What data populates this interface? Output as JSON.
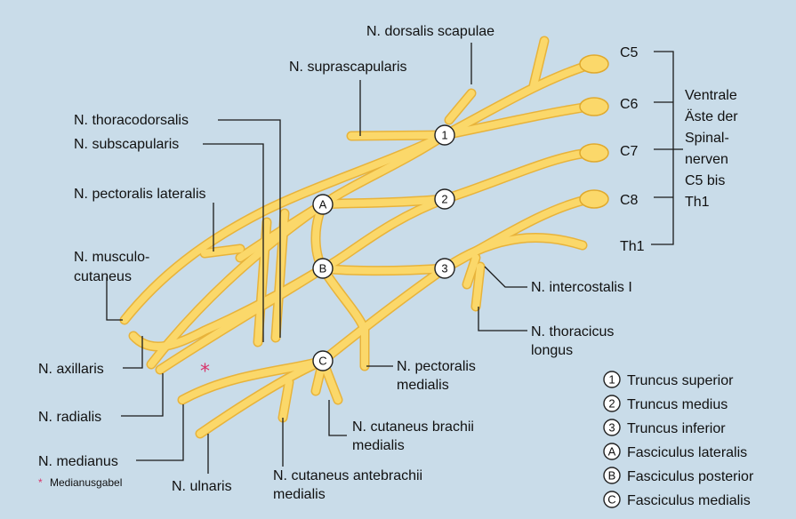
{
  "roots": [
    {
      "label": "C5"
    },
    {
      "label": "C6"
    },
    {
      "label": "C7"
    },
    {
      "label": "C8"
    },
    {
      "label": "Th1"
    }
  ],
  "bracket_text": [
    "Ventrale",
    "Äste der",
    "Spinal-",
    "nerven",
    "C5 bis",
    "Th1"
  ],
  "labels": {
    "dorsalis_scapulae": "N. dorsalis scapulae",
    "suprascapularis": "N. suprascapularis",
    "thoracodorsalis": "N. thoracodorsalis",
    "subscapularis": "N. subscapularis",
    "pectoralis_lateralis": "N. pectoralis lateralis",
    "musculocutaneus_1": "N. musculo-",
    "musculocutaneus_2": "cutaneus",
    "axillaris": "N. axillaris",
    "radialis": "N. radialis",
    "medianus": "N. medianus",
    "medianusgabel_star": "*",
    "medianusgabel": "Medianusgabel",
    "ulnaris": "N. ulnaris",
    "cut_antebrachii_1": "N. cutaneus antebrachii",
    "cut_antebrachii_2": "medialis",
    "cut_brachii_1": "N. cutaneus brachii",
    "cut_brachii_2": "medialis",
    "pectoralis_medialis_1": "N. pectoralis",
    "pectoralis_medialis_2": "medialis",
    "intercostalis": "N. intercostalis I",
    "thoracicus_1": "N. thoracicus",
    "thoracicus_2": "longus"
  },
  "diagram_badges": {
    "b1": "1",
    "b2": "2",
    "b3": "3",
    "bA": "A",
    "bB": "B",
    "bC": "C"
  },
  "legend": [
    {
      "key": "1",
      "text": "Truncus superior"
    },
    {
      "key": "2",
      "text": "Truncus medius"
    },
    {
      "key": "3",
      "text": "Truncus inferior"
    },
    {
      "key": "A",
      "text": "Fasciculus lateralis"
    },
    {
      "key": "B",
      "text": "Fasciculus posterior"
    },
    {
      "key": "C",
      "text": "Fasciculus medialis"
    }
  ],
  "colors": {
    "background": "#c9dce9",
    "nerve": "#fbd86a",
    "nerve_outline": "#e8b33a",
    "star": "#d8346b"
  }
}
